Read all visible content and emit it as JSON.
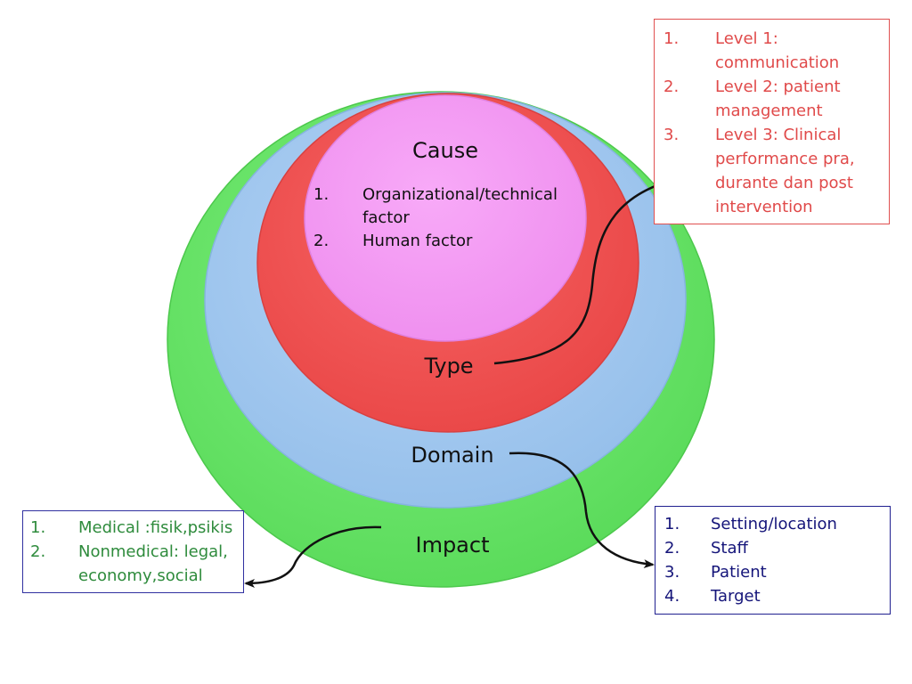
{
  "diagram": {
    "layers": {
      "cause": {
        "title": "Cause",
        "items": [
          {
            "num": "1.",
            "text": "Organizational/technical factor"
          },
          {
            "num": "2.",
            "text": "Human factor"
          }
        ],
        "color": "#f49bf4"
      },
      "type": {
        "title": "Type",
        "color": "#f25656"
      },
      "domain": {
        "title": "Domain",
        "color": "#a3c8f0"
      },
      "impact": {
        "title": "Impact",
        "color": "#6ee86e"
      }
    },
    "callouts": {
      "type": {
        "color": "#e04a4a",
        "items": [
          {
            "num": "1.",
            "text": "Level 1: communication"
          },
          {
            "num": "2.",
            "text": "Level 2: patient management"
          },
          {
            "num": "3.",
            "text": "Level 3:  Clinical performance pra, durante dan post intervention"
          }
        ]
      },
      "impact": {
        "color": "#2e8b3c",
        "items": [
          {
            "num": "1.",
            "text": "Medical :fisik,psikis"
          },
          {
            "num": "2.",
            "text": "Nonmedical: legal, economy,social"
          }
        ]
      },
      "domain": {
        "color": "#15157a",
        "items": [
          {
            "num": "1.",
            "text": "Setting/location"
          },
          {
            "num": "2.",
            "text": "Staff"
          },
          {
            "num": "3.",
            "text": "Patient"
          },
          {
            "num": "4.",
            "text": "Target"
          }
        ]
      }
    }
  }
}
